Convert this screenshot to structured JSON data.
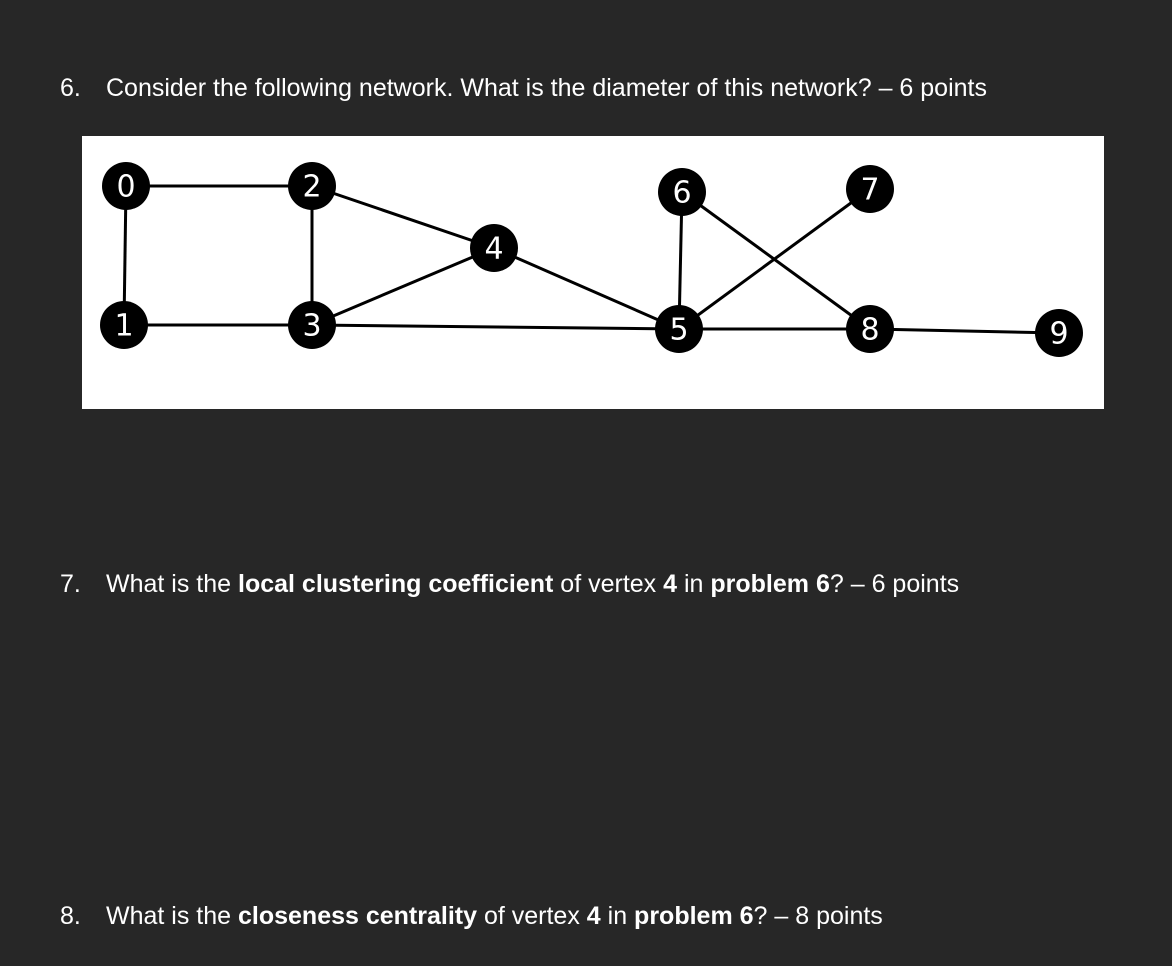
{
  "questions": [
    {
      "number": "6.",
      "segments": [
        {
          "text": "Consider the following network. What is the diameter of this network? – 6 points",
          "bold": false
        }
      ]
    },
    {
      "number": "7.",
      "segments": [
        {
          "text": "What is the ",
          "bold": false
        },
        {
          "text": "local clustering coefficient",
          "bold": true
        },
        {
          "text": " of vertex ",
          "bold": false
        },
        {
          "text": "4",
          "bold": true
        },
        {
          "text": " in ",
          "bold": false
        },
        {
          "text": "problem 6",
          "bold": true
        },
        {
          "text": "? – 6 points",
          "bold": false
        }
      ]
    },
    {
      "number": "8.",
      "segments": [
        {
          "text": "What is the ",
          "bold": false
        },
        {
          "text": "closeness centrality",
          "bold": true
        },
        {
          "text": " of vertex ",
          "bold": false
        },
        {
          "text": "4",
          "bold": true
        },
        {
          "text": " in ",
          "bold": false
        },
        {
          "text": "problem 6",
          "bold": true
        },
        {
          "text": "? – 8 points",
          "bold": false
        }
      ]
    }
  ],
  "network": {
    "nodes": [
      "0",
      "1",
      "2",
      "3",
      "4",
      "5",
      "6",
      "7",
      "8",
      "9"
    ],
    "edges": [
      [
        "0",
        "2"
      ],
      [
        "0",
        "1"
      ],
      [
        "1",
        "3"
      ],
      [
        "2",
        "3"
      ],
      [
        "2",
        "4"
      ],
      [
        "3",
        "4"
      ],
      [
        "3",
        "5"
      ],
      [
        "4",
        "5"
      ],
      [
        "5",
        "6"
      ],
      [
        "5",
        "7"
      ],
      [
        "5",
        "8"
      ],
      [
        "6",
        "8"
      ],
      [
        "8",
        "9"
      ]
    ],
    "node_color": "#000000",
    "label_color": "#ffffff",
    "edge_color": "#000000",
    "background": "#ffffff"
  }
}
